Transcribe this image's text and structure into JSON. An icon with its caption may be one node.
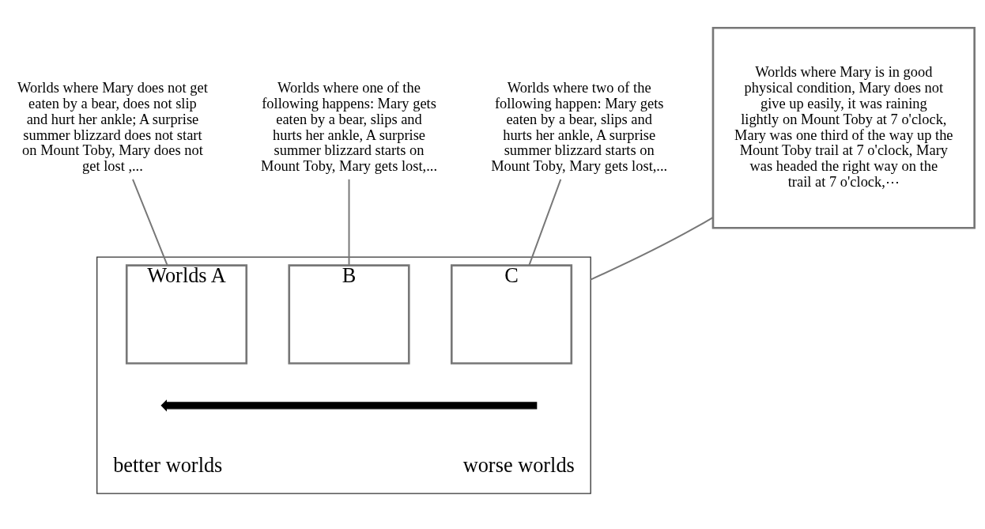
{
  "diagram": {
    "nodes": [
      {
        "text": [
          "Worlds where Mary does not get eaten by a bear, does not slip and hurt her ankle; A surprise summer blizzard does not start on Mount Toby, Mary does not get lost ,..."
        ]
      },
      {
        "text": [
          "Worlds where one of the following happens: Mary gets eaten by a bear, slips and hurts her ankle, A surprise summer blizzard starts on Mount Toby, Mary gets lost,..."
        ]
      },
      {
        "text": [
          "Worlds where two of the following happen: Mary gets eaten by a bear, slips and hurts her ankle, A surprise summer blizzard starts on Mount Toby, Mary gets lost,..."
        ]
      },
      {
        "text": [],
        "shape": "box"
      },
      {
        "text": [
          "Worlds A"
        ],
        "in": 3
      },
      {
        "text": [
          "B"
        ],
        "in": 3
      },
      {
        "text": [
          "C"
        ],
        "in": 3
      },
      {
        "text": [
          "Worlds where Mary is in good physical condition, Mary does not give up easily, it was raining lightly on Mount Toby at 7 o'clock, Mary was one third of the way up the Mount Toby trail at 7 o'clock, Mary was headed the right way on the trail at 7 o'clock,⋯"
        ]
      }
    ],
    "edges": [
      {
        "from": 0,
        "to": 4,
        "arrow": "none"
      },
      {
        "from": 1,
        "to": 5,
        "arrow": "none"
      },
      {
        "from": 2,
        "to": 6,
        "arrow": "none"
      },
      {
        "from": 3,
        "to": 7,
        "arrow": "none"
      }
    ],
    "labels": [
      "better worlds",
      "worse worlds"
    ]
  }
}
